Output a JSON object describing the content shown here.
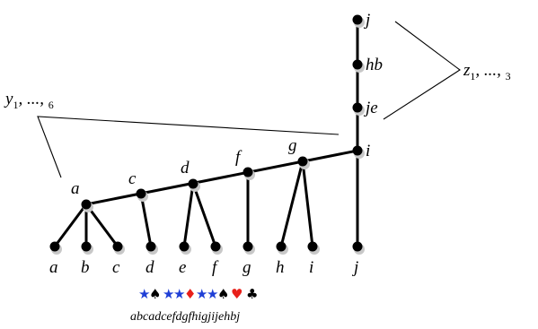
{
  "nodes": {
    "a": "a",
    "b": "b",
    "c": "c",
    "d": "d",
    "e": "e",
    "f": "f",
    "g": "g",
    "h": "h",
    "i": "i",
    "j": "j",
    "hb": "hb",
    "je": "je"
  },
  "brackets": {
    "y": {
      "base": "y",
      "sub1": "1",
      "mid": ", ..., ",
      "sub2": "6"
    },
    "z": {
      "base": "z",
      "sub1": "1",
      "mid": ", ..., ",
      "sub2": "3"
    }
  },
  "suits": {
    "symbols": [
      "★",
      "♠",
      "★",
      "★",
      "♦",
      "★",
      "★",
      "♠",
      "♥",
      "♣"
    ],
    "colors": [
      "#1f3fd6",
      "#000000",
      "#1f3fd6",
      "#1f3fd6",
      "#e8201a",
      "#1f3fd6",
      "#1f3fd6",
      "#000000",
      "#e8201a",
      "#000000"
    ]
  },
  "sequence": "abcadcefdgfhigjijehbj"
}
